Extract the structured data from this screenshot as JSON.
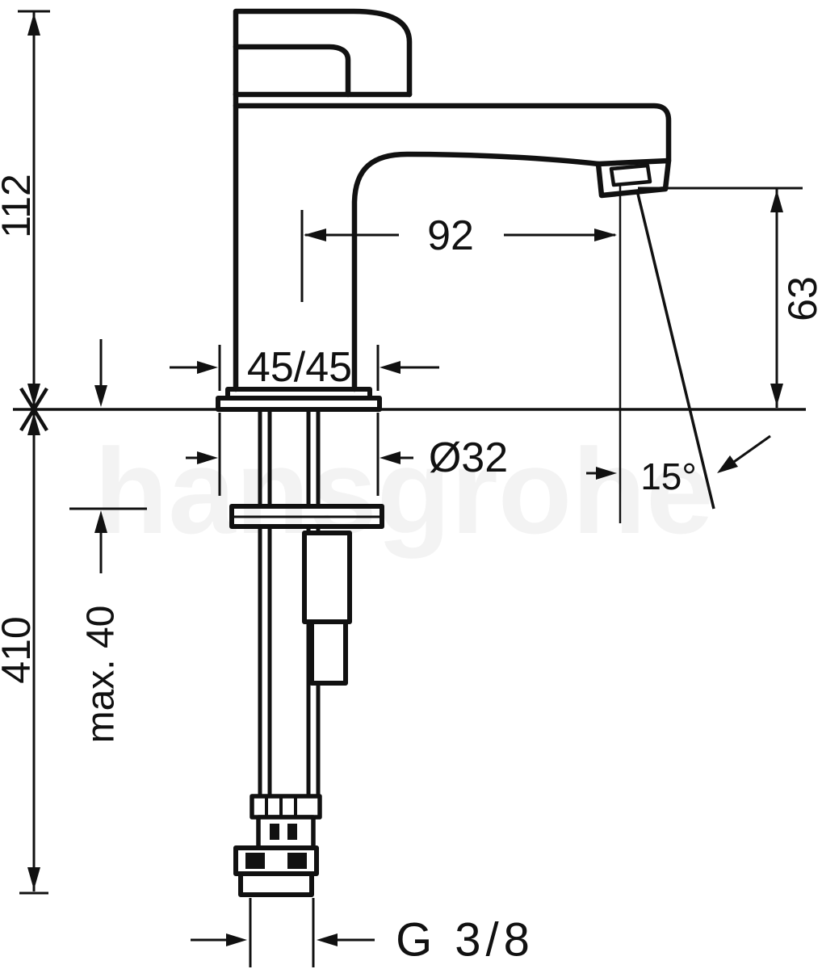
{
  "labels": {
    "height_to_spout": "112",
    "spout_reach": "92",
    "outlet_height": "63",
    "base_dimensions": "45/45",
    "hole_diameter": "Ø32",
    "stream_angle": "15°",
    "max_mounting_thickness": "max. 40",
    "below_counter_length": "410",
    "thread_size": "G 3/8"
  },
  "watermark": "hansgrohe",
  "colors": {
    "line": "#111111",
    "background": "#ffffff"
  }
}
